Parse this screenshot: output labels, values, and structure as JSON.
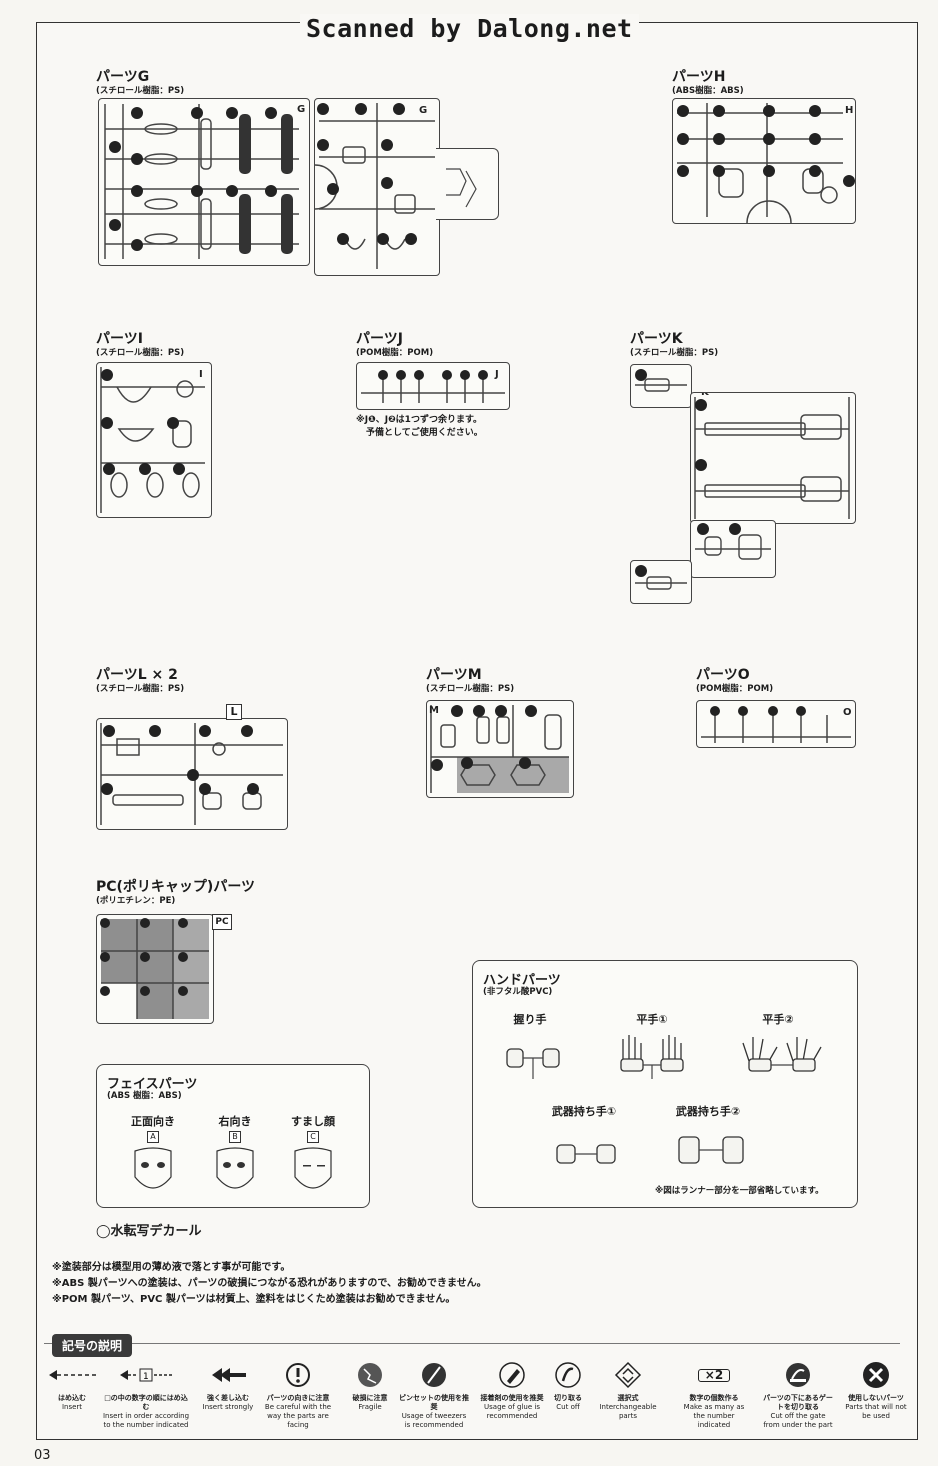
{
  "header": {
    "scanner": "Scanned by Dalong.net",
    "page_number": "03"
  },
  "runners": {
    "G": {
      "title": "パーツG",
      "material": "(スチロール樹脂：PS)",
      "letter": "G"
    },
    "H": {
      "title": "パーツH",
      "material": "(ABS樹脂：ABS)",
      "letter": "H"
    },
    "I": {
      "title": "パーツI",
      "material": "(スチロール樹脂：PS)",
      "letter": "I"
    },
    "J": {
      "title": "パーツJ",
      "material": "(POM樹脂：POM)",
      "letter": "J",
      "note1": "※J❶、J❷は1つずつ余ります。",
      "note2": "予備としてご使用ください。"
    },
    "K": {
      "title": "パーツK",
      "material": "(スチロール樹脂：PS)",
      "letter": "K"
    },
    "L": {
      "title": "パーツL × 2",
      "material": "(スチロール樹脂：PS)",
      "letter": "L"
    },
    "M": {
      "title": "パーツM",
      "material": "(スチロール樹脂：PS)",
      "letter": "M"
    },
    "O": {
      "title": "パーツO",
      "material": "(POM樹脂：POM)",
      "letter": "O"
    },
    "PC": {
      "title": "PC(ポリキャップ)パーツ",
      "material": "(ポリエチレン：PE)",
      "letter": "PC"
    }
  },
  "hand_parts": {
    "title": "ハンドパーツ",
    "material": "(非フタル酸PVC)",
    "items": [
      "握り手",
      "平手①",
      "平手②",
      "武器持ち手①",
      "武器持ち手②"
    ],
    "note": "※図はランナー部分を一部省略しています。"
  },
  "face_parts": {
    "title": "フェイスパーツ",
    "material": "(ABS 樹脂：ABS)",
    "items": [
      {
        "label": "正面向き",
        "tag": "A"
      },
      {
        "label": "右向き",
        "tag": "B"
      },
      {
        "label": "すまし顔",
        "tag": "C"
      }
    ]
  },
  "decal": "◯水転写デカール",
  "warnings": [
    "※塗装部分は模型用の薄め液で落とす事が可能です。",
    "※ABS 製パーツへの塗装は、パーツの破損につながる恐れがありますので、お勧めできません。",
    "※POM 製パーツ、PVC 製パーツは材質上、塗料をはじくため塗装はお勧めできません。"
  ],
  "legend": {
    "title": "記号の説明",
    "symbols": [
      {
        "jp": "はめ込む",
        "en": "Insert",
        "icon": "dashed-arrow-icon"
      },
      {
        "jp": "□の中の数字の順にはめ込む",
        "en": "Insert in order according to the number indicated",
        "icon": "numbered-arrow-icon"
      },
      {
        "jp": "強く差し込む",
        "en": "Insert strongly",
        "icon": "double-arrow-icon"
      },
      {
        "jp": "パーツの向きに注意",
        "en": "Be careful with the way the parts are facing",
        "icon": "caution-icon"
      },
      {
        "jp": "破損に注意",
        "en": "Fragile",
        "icon": "fragile-icon"
      },
      {
        "jp": "ピンセットの使用を推奨",
        "en": "Usage of tweezers is recommended",
        "icon": "tweezers-icon"
      },
      {
        "jp": "接着剤の使用を推奨",
        "en": "Usage of glue is recommended",
        "icon": "glue-icon"
      },
      {
        "jp": "切り取る",
        "en": "Cut off",
        "icon": "cut-icon"
      },
      {
        "jp": "選択式",
        "en": "Interchangeable parts",
        "icon": "interchangeable-icon"
      },
      {
        "jp": "数字の個数作る",
        "en": "Make as many as the number indicated",
        "icon": "times-two-icon",
        "glyph": "×2"
      },
      {
        "jp": "パーツの下にあるゲートを切り取る",
        "en": "Cut off the gate from under the part",
        "icon": "gate-cut-icon"
      },
      {
        "jp": "使用しないパーツ",
        "en": "Parts that will not be used",
        "icon": "unused-icon"
      }
    ]
  }
}
